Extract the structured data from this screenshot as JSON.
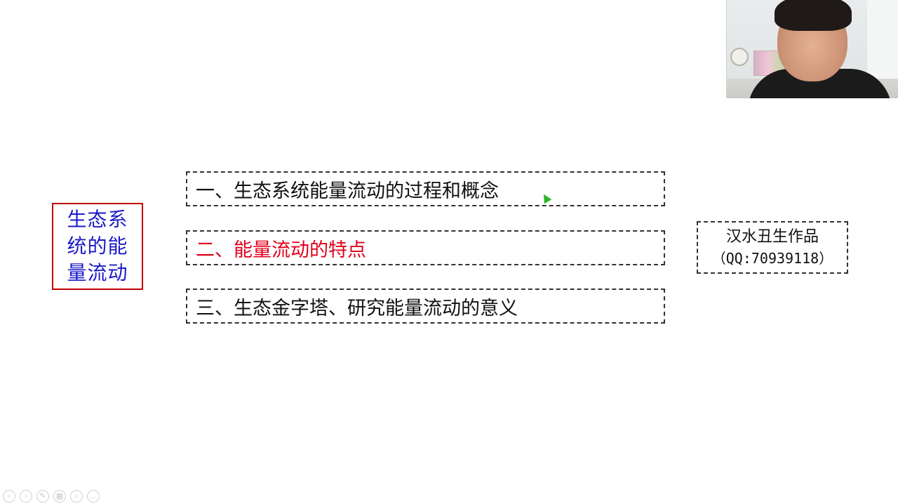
{
  "slide": {
    "title": "生态系统的能量流动",
    "topics": [
      {
        "label": "一、生态系统能量流动的过程和概念",
        "active": false
      },
      {
        "label": "二、能量流动的特点",
        "active": true
      },
      {
        "label": "三、生态金字塔、研究能量流动的意义",
        "active": false
      }
    ],
    "author": {
      "name": "汉水丑生作品",
      "contact": "（QQ:70939118）"
    }
  },
  "colors": {
    "title_text": "#1a1ac8",
    "title_border": "#c00000",
    "active_topic": "#e0001a",
    "cursor": "#2bb52b"
  },
  "toolbar": {
    "icons": [
      "prev-icon",
      "next-icon",
      "pen-icon",
      "slides-icon",
      "zoom-icon",
      "more-icon"
    ]
  }
}
